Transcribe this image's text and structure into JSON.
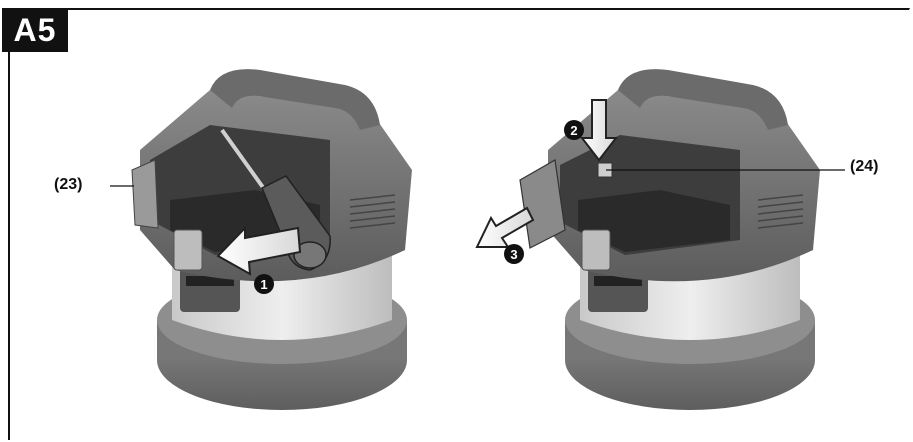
{
  "figure": {
    "label": "A5",
    "callouts": {
      "left_ref": "(23)",
      "right_ref": "(24)"
    },
    "steps": {
      "one": "1",
      "two": "2",
      "three": "3"
    }
  }
}
